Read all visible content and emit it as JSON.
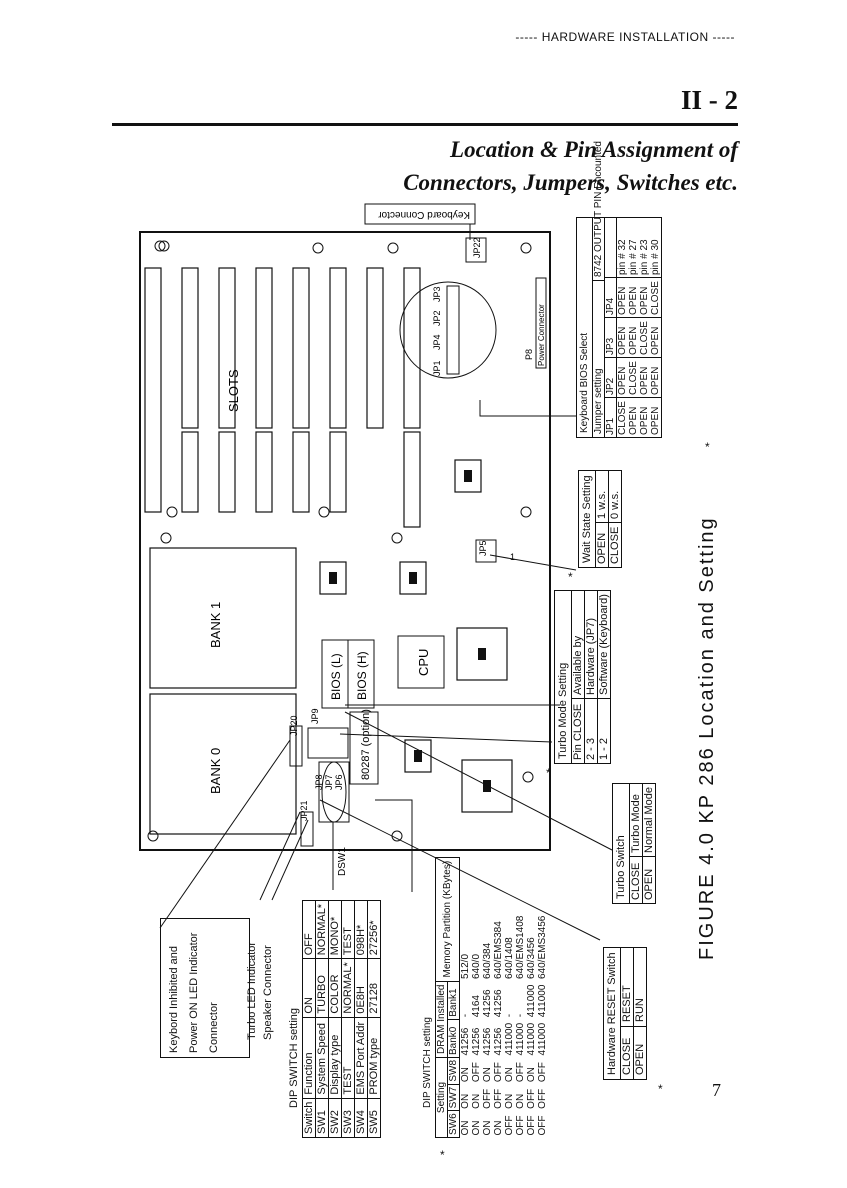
{
  "header": {
    "running_head": "----- HARDWARE INSTALLATION -----",
    "chapter": "II - 2",
    "page_number": "7"
  },
  "title": {
    "line1": "Location & Pin Assignment of",
    "line2": "Connectors, Jumpers, Switches etc."
  },
  "figure": {
    "caption": "FIGURE 4.0    KP 286    Location and Setting"
  },
  "board": {
    "keyboard_connector": "Keyboard Connector",
    "slots": "SLOTS",
    "bank0": "BANK 0",
    "bank1": "BANK 1",
    "cpu": "CPU",
    "bios_l": "BIOS (L)",
    "bios_h": "BIOS (H)",
    "coproc": "80287 (option)",
    "dsw": "DSW1",
    "power_connector": "Power Connector",
    "jumpers": {
      "jp1": "JP1",
      "jp2": "JP2",
      "jp3": "JP3",
      "jp4": "JP4",
      "jp5": "JP5",
      "jp6": "JP6",
      "jp7": "JP7",
      "jp8": "JP8",
      "jp9": "JP9",
      "jp20": "JP20",
      "jp21": "JP21",
      "jp22": "JP22",
      "p8": "P8"
    },
    "jp5_pin": "1"
  },
  "callouts": {
    "keyboard_inhibited": [
      "Keybord Inhibited and",
      "Power ON LED Indicator",
      "Connector"
    ],
    "turbo_led": "Turbo LED Indicator",
    "speaker": "Speaker Connector"
  },
  "tables": {
    "dip_switch": {
      "title": "DIP SWITCH setting",
      "headers": [
        "Switch",
        "Function",
        "ON",
        "OFF"
      ],
      "rows": [
        [
          "SW1",
          "System Speed",
          "TURBO",
          "NORMAL*"
        ],
        [
          "SW2",
          "Display type",
          "COLOR",
          "MONO*"
        ],
        [
          "SW3",
          "TEST",
          "NORMAL*",
          "TEST"
        ],
        [
          "SW4",
          "EMS Port Addr",
          "0E8H",
          "098H*"
        ],
        [
          "SW5",
          "PROM type",
          "27128",
          "27256*"
        ]
      ]
    },
    "dram": {
      "title": "DIP SWITCH setting",
      "group1": "Setting",
      "group2": "DRAM Installed",
      "memory_partition": "Memory Partition (KBytes)",
      "headers": [
        "SW6",
        "SW7",
        "SW8",
        "Bank0",
        "Bank1"
      ],
      "rows": [
        [
          "ON",
          "ON",
          "ON",
          "41256",
          "-",
          "512/0"
        ],
        [
          "ON",
          "ON",
          "OFF",
          "41256",
          "4164",
          "640/0"
        ],
        [
          "ON",
          "OFF",
          "ON",
          "41256",
          "41256",
          "640/384"
        ],
        [
          "ON",
          "OFF",
          "OFF",
          "41256",
          "41256",
          "640/EMS384"
        ],
        [
          "OFF",
          "ON",
          "ON",
          "411000",
          "-",
          "640/1408"
        ],
        [
          "OFF",
          "ON",
          "OFF",
          "411000",
          "-",
          "640/EMS1408"
        ],
        [
          "OFF",
          "OFF",
          "ON",
          "411000",
          "411000",
          "640/3456"
        ],
        [
          "OFF",
          "OFF",
          "OFF",
          "411000",
          "411000",
          "640/EMS3456"
        ]
      ]
    },
    "reset": {
      "title": "Hardware RESET Switch",
      "rows": [
        [
          "CLOSE",
          "RESET"
        ],
        [
          "OPEN",
          "RUN"
        ]
      ]
    },
    "turbo_switch": {
      "title": "Turbo Switch",
      "rows": [
        [
          "CLOSE",
          "Turbo Mode"
        ],
        [
          "OPEN",
          "Normal Mode"
        ]
      ]
    },
    "turbo_mode": {
      "title": "Turbo Mode Setting",
      "headers": [
        "Pin CLOSE",
        "Available by"
      ],
      "rows": [
        [
          "2 - 3",
          "Hardware (JP7)"
        ],
        [
          "1 - 2",
          "Software (Keyboard)"
        ]
      ]
    },
    "wait_state": {
      "title": "Wait State Setting",
      "rows": [
        [
          "OPEN",
          "1 w.s."
        ],
        [
          "CLOSE",
          "0 w.s."
        ]
      ]
    },
    "keyboard_bios": {
      "title": "Keyboard BIOS Select",
      "jumper_header": "Jumper setting",
      "pin_header": "8742 OUTPUT PIN Encounted",
      "headers": [
        "JP1",
        "JP2",
        "JP3",
        "JP4"
      ],
      "rows": [
        [
          "CLOSE",
          "OPEN",
          "OPEN",
          "OPEN",
          "pin # 32"
        ],
        [
          "OPEN",
          "CLOSE",
          "OPEN",
          "OPEN",
          "pin # 27"
        ],
        [
          "OPEN",
          "OPEN",
          "CLOSE",
          "OPEN",
          "pin # 23"
        ],
        [
          "OPEN",
          "OPEN",
          "OPEN",
          "CLOSE",
          "pin # 30"
        ]
      ]
    },
    "default_mark": "*"
  }
}
